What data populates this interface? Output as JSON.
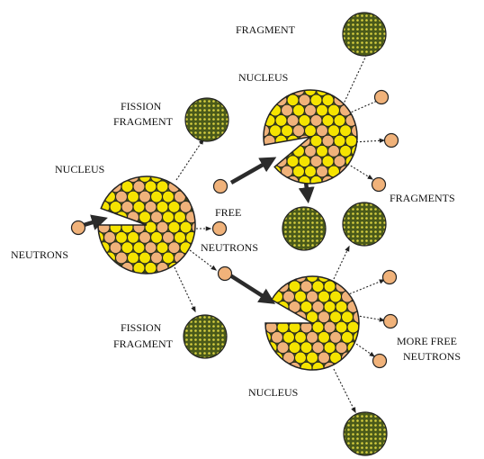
{
  "colors": {
    "fragment_fill": "#4a5a1a",
    "fragment_dot": "#d8d040",
    "proton_fill": "#f5e400",
    "neutron_fill": "#f0b27a",
    "particle_stroke": "#222222",
    "arrow": "#2b2b2b",
    "background": "#ffffff"
  },
  "labels": {
    "fragment_top": "FRAGMENT",
    "nucleus_top": "NUCLEUS",
    "fission_fragment_top_1": "FISSION",
    "fission_fragment_top_2": "FRAGMENT",
    "nucleus_left": "NUCLEUS",
    "free_neutrons_1": "FREE",
    "free_neutrons_2": "NEUTRONS",
    "fragments_right": "FRAGMENTS",
    "neutrons_left": "NEUTRONS",
    "fission_fragment_bottom_1": "FISSION",
    "fission_fragment_bottom_2": "FRAGMENT",
    "more_free_neutrons_1": "MORE FREE",
    "more_free_neutrons_2": "NEUTRONS",
    "nucleus_bottom": "NUCLEUS"
  }
}
